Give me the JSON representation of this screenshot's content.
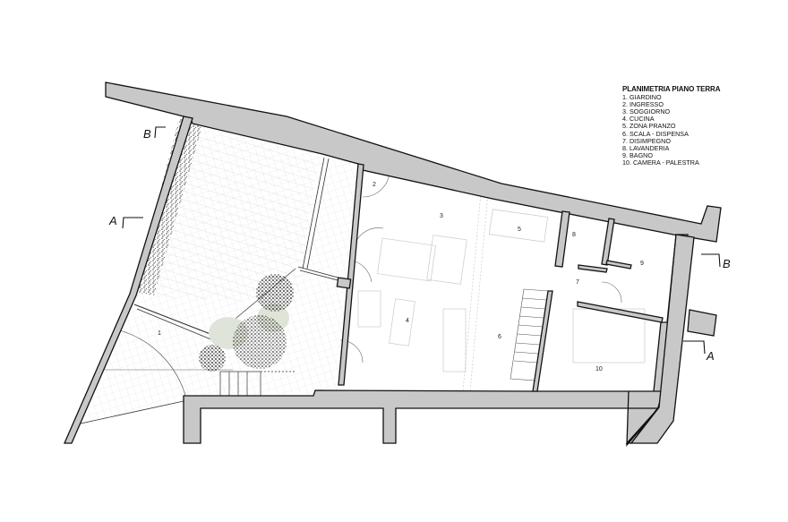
{
  "legend": {
    "title": "PLANIMETRIA PIANO TERRA",
    "items": [
      "1. GIARDINO",
      "2. INGRESSO",
      "3. SOGGIORNO",
      "4. CUCINA",
      "5. ZONA PRANZO",
      "6. SCALA - DISPENSA",
      "7. DISIMPEGNO",
      "8. LAVANDERIA",
      "9. BAGNO",
      "10. CAMERA - PALESTRA"
    ]
  },
  "rooms": [
    {
      "number": "1",
      "name": "GIARDINO"
    },
    {
      "number": "2",
      "name": "INGRESSO"
    },
    {
      "number": "3",
      "name": "SOGGIORNO"
    },
    {
      "number": "4",
      "name": "CUCINA"
    },
    {
      "number": "5",
      "name": "ZONA PRANZO"
    },
    {
      "number": "6",
      "name": "SCALA - DISPENSA"
    },
    {
      "number": "7",
      "name": "DISIMPEGNO"
    },
    {
      "number": "8",
      "name": "LAVANDERIA"
    },
    {
      "number": "9",
      "name": "BAGNO"
    },
    {
      "number": "10",
      "name": "CAMERA - PALESTRA"
    }
  ],
  "section_markers": {
    "a_left": "A",
    "b_left": "B",
    "a_right": "A",
    "b_right": "B"
  },
  "colors": {
    "wall_fill": "#c8c8c8",
    "wall_stroke": "#111111",
    "grid": "#dcdcdc",
    "vegetation": "#222222",
    "shrub_halo": "#d6dccf"
  }
}
